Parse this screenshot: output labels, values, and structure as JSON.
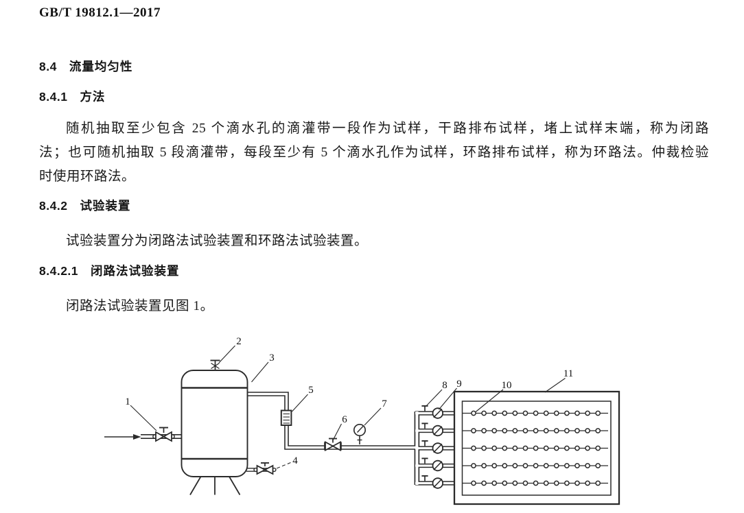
{
  "doc": {
    "header_number": "GB/T 19812.1—2017",
    "s84": {
      "num": "8.4",
      "title": "流量均匀性"
    },
    "s841": {
      "num": "8.4.1",
      "title": "方法"
    },
    "p841_line1": "随机抽取至少包含 25 个滴水孔的滴灌带一段作为试样，干路排布试样，堵上试样末端，称为闭路",
    "p841_line2": "法；也可随机抽取 5 段滴灌带，每段至少有 5 个滴水孔作为试样，环路排布试样，称为环路法。仲裁检验",
    "p841_line3": "时使用环路法。",
    "s842": {
      "num": "8.4.2",
      "title": "试验装置"
    },
    "p842": "试验装置分为闭路法试验装置和环路法试验装置。",
    "s8421": {
      "num": "8.4.2.1",
      "title": "闭路法试验装置"
    },
    "p8421": "闭路法试验装置见图 1。"
  },
  "figure": {
    "callouts": [
      "1",
      "2",
      "3",
      "4",
      "5",
      "6",
      "7",
      "8",
      "9",
      "10",
      "11"
    ],
    "tape_rows": 5,
    "holes_per_row": 13,
    "line_color": "#2b2b2b"
  }
}
